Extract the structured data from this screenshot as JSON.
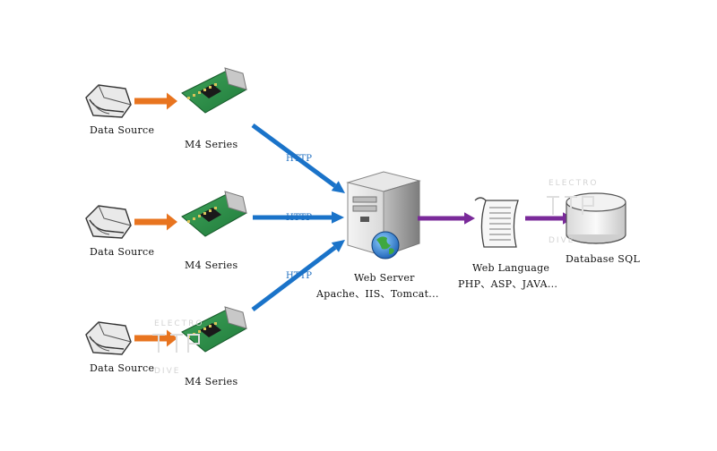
{
  "sources": [
    {
      "label": "Data Source",
      "module": "M4 Series"
    },
    {
      "label": "Data Source",
      "module": "M4 Series"
    },
    {
      "label": "Data Source",
      "module": "M4 Series"
    }
  ],
  "http_label": "HTTP",
  "server": {
    "title": "Web Server",
    "subtitle": "Apache、IIS、Tomcat..."
  },
  "language": {
    "title": "Web Language",
    "subtitle": "PHP、ASP、JAVA..."
  },
  "database": {
    "label": "Database SQL"
  },
  "watermark": {
    "lines": [
      "ELECTRO",
      "FTT",
      "DIVE"
    ]
  },
  "colors": {
    "orange_arrow": "#e8741f",
    "blue_arrow": "#1a73c9",
    "purple_arrow": "#7a2a9a",
    "http_text": "#1f6fc0"
  }
}
